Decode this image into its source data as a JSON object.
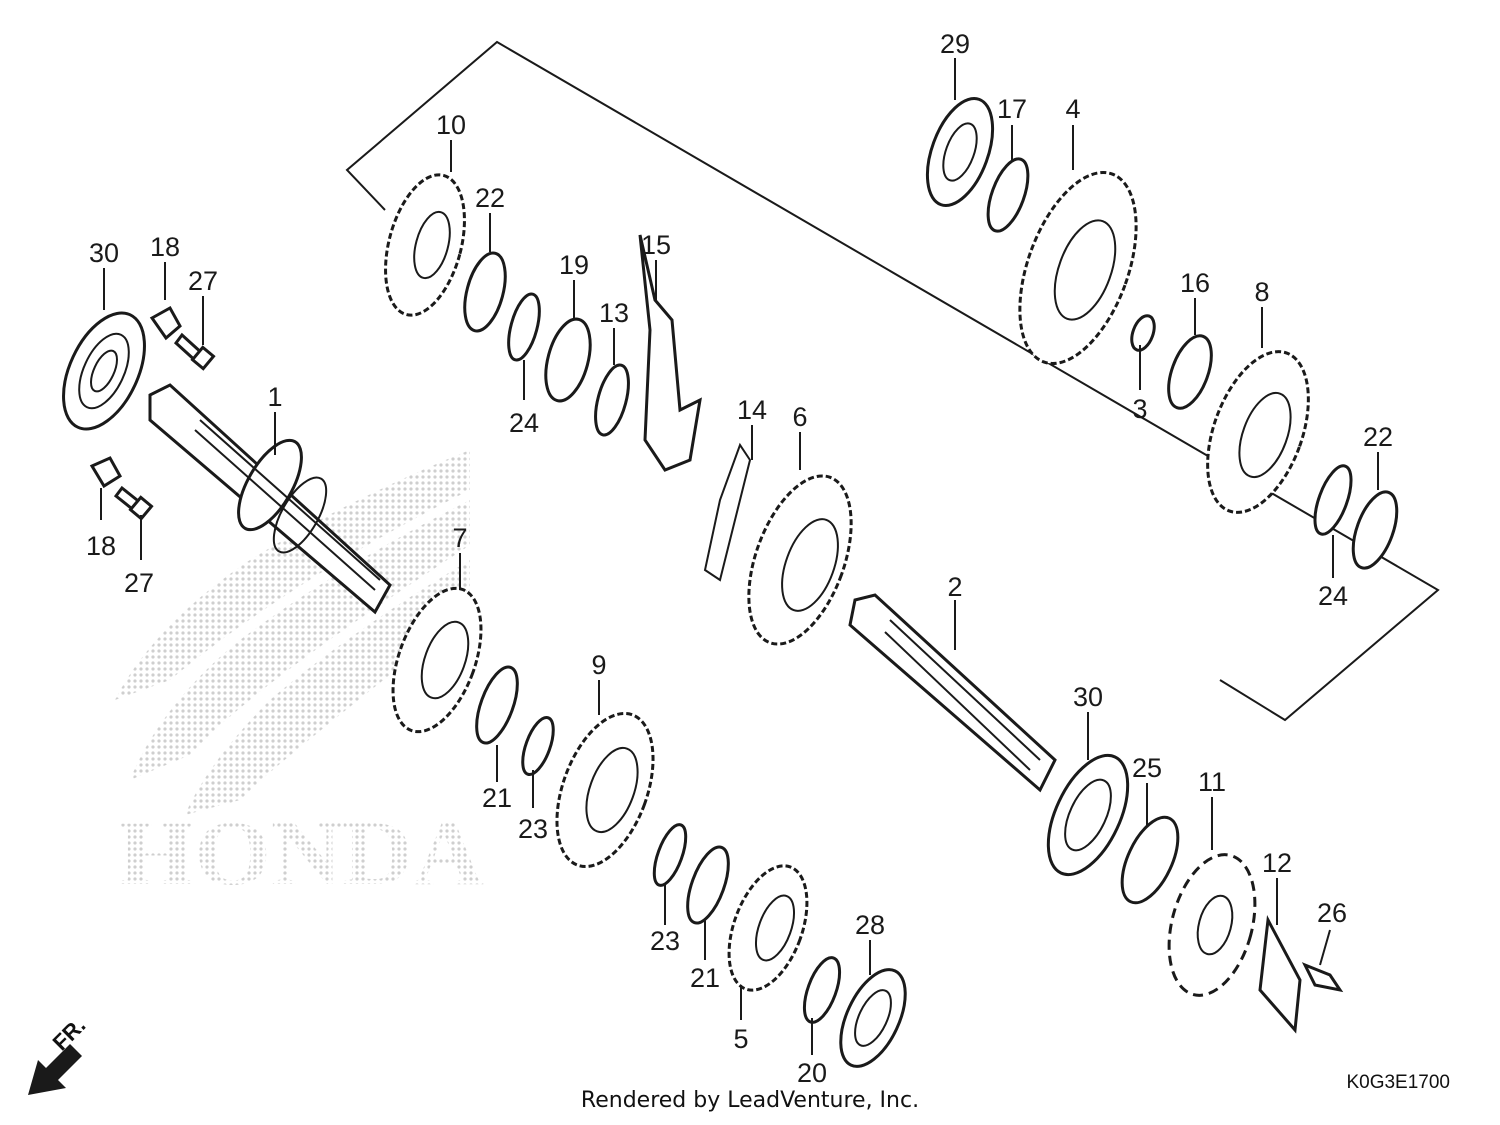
{
  "callouts": [
    {
      "id": "c1",
      "text": "1"
    },
    {
      "id": "c2",
      "text": "2"
    },
    {
      "id": "c3",
      "text": "3"
    },
    {
      "id": "c4",
      "text": "4"
    },
    {
      "id": "c5",
      "text": "5"
    },
    {
      "id": "c6",
      "text": "6"
    },
    {
      "id": "c7",
      "text": "7"
    },
    {
      "id": "c8",
      "text": "8"
    },
    {
      "id": "c9",
      "text": "9"
    },
    {
      "id": "c10",
      "text": "10"
    },
    {
      "id": "c11",
      "text": "11"
    },
    {
      "id": "c12",
      "text": "12"
    },
    {
      "id": "c13",
      "text": "13"
    },
    {
      "id": "c14",
      "text": "14"
    },
    {
      "id": "c15",
      "text": "15"
    },
    {
      "id": "c16",
      "text": "16"
    },
    {
      "id": "c17",
      "text": "17"
    },
    {
      "id": "c18a",
      "text": "18"
    },
    {
      "id": "c18b",
      "text": "18"
    },
    {
      "id": "c19",
      "text": "19"
    },
    {
      "id": "c20",
      "text": "20"
    },
    {
      "id": "c21a",
      "text": "21"
    },
    {
      "id": "c21b",
      "text": "21"
    },
    {
      "id": "c22a",
      "text": "22"
    },
    {
      "id": "c22b",
      "text": "22"
    },
    {
      "id": "c23a",
      "text": "23"
    },
    {
      "id": "c23b",
      "text": "23"
    },
    {
      "id": "c24a",
      "text": "24"
    },
    {
      "id": "c24b",
      "text": "24"
    },
    {
      "id": "c25",
      "text": "25"
    },
    {
      "id": "c26",
      "text": "26"
    },
    {
      "id": "c27a",
      "text": "27"
    },
    {
      "id": "c27b",
      "text": "27"
    },
    {
      "id": "c28",
      "text": "28"
    },
    {
      "id": "c29",
      "text": "29"
    },
    {
      "id": "c30a",
      "text": "30"
    },
    {
      "id": "c30b",
      "text": "30"
    }
  ],
  "watermark": {
    "text": "HONDA",
    "color": "#d9d9d9"
  },
  "front_label": "FR.",
  "diagram_code": "K0G3E1700",
  "credit": "Rendered by LeadVenture, Inc.",
  "colors": {
    "line": "#1a1a1a",
    "background": "#ffffff"
  }
}
